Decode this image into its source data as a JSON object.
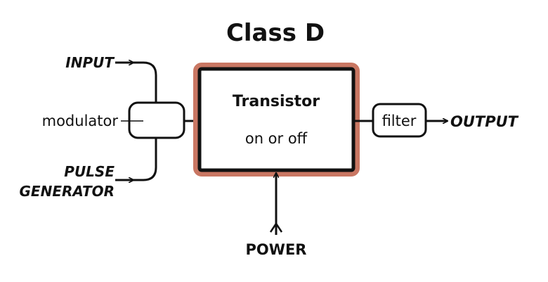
{
  "title": "Class D",
  "labels": {
    "input": "INPUT",
    "modulator": "modulator",
    "pulse_generator_line1": "PULSE",
    "pulse_generator_line2": "GENERATOR",
    "transistor_title": "Transistor",
    "transistor_state": "on or off",
    "filter": "filter",
    "output": "OUTPUT",
    "power": "POWER"
  },
  "colors": {
    "line": "#111111",
    "transistor_glow": "#c97763",
    "background": "#ffffff"
  }
}
